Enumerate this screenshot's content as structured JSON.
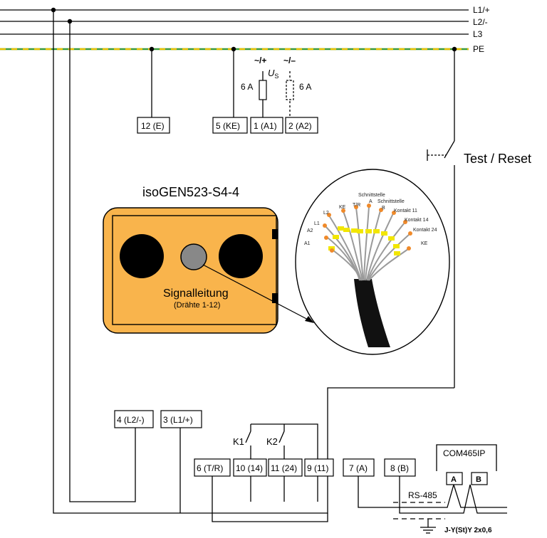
{
  "bus_lines": {
    "l1": "L1/+",
    "l2": "L2/-",
    "l3": "L3",
    "pe": "PE"
  },
  "supply": {
    "plus": "~/+",
    "minus": "~/–",
    "us_main": "U",
    "us_sub": "S",
    "fuse1": "6 A",
    "fuse2": "6 A"
  },
  "terminals": {
    "t12": "12 (E)",
    "t5": "5 (KE)",
    "t1": "1 (A1)",
    "t2": "2 (A2)",
    "t4": "4 (L2/-)",
    "t3": "3 (L1/+)",
    "t6": "6 (T/R)",
    "t10": "10 (14)",
    "t11": "11 (24)",
    "t9": "9 (11)",
    "t7": "7 (A)",
    "t8": "8 (B)"
  },
  "test_reset": "Test / Reset",
  "device": {
    "title": "isoGEN523-S4-4",
    "signal": "Signalleitung",
    "signal_sub": "(Drähte 1-12)"
  },
  "cable_labels": {
    "a1": "A1",
    "a2": "A2",
    "l1": "L1",
    "l2": "L2",
    "ke_left": "KE",
    "tr": "T/R",
    "schnitt_a_top": "Schnittstelle",
    "a": "A",
    "schnitt_b_top": "Schnittstelle",
    "b": "B",
    "k11": "Kontakt 11",
    "k14": "Kontakt 14",
    "k24": "Kontakt 24",
    "ke_right": "KE"
  },
  "relays": {
    "k1": "K1",
    "k2": "K2"
  },
  "com": {
    "name": "COM465IP",
    "a": "A",
    "b": "B",
    "rs485": "RS-485",
    "cable": "J-Y(St)Y 2x0,6"
  },
  "colors": {
    "device_fill": "#f9b44c",
    "pe_green": "#3a9a3a",
    "pe_yellow": "#e8c000",
    "wire_tip": "#f08a2a",
    "wire_band": "#f2e600",
    "cable": "#111111"
  }
}
